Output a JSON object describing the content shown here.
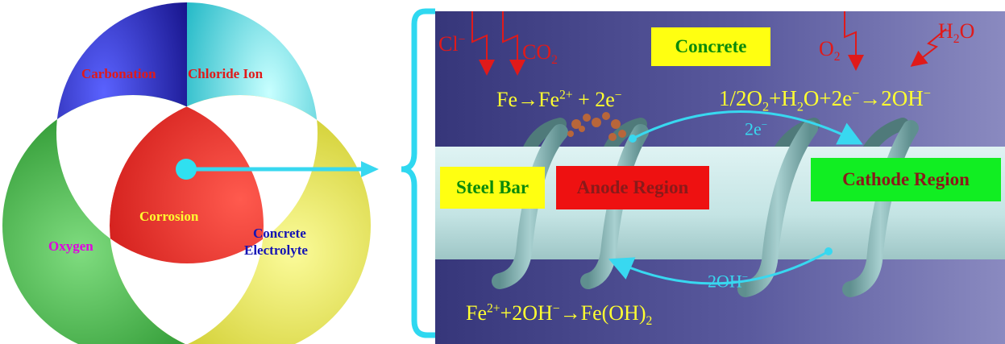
{
  "venn": {
    "carbonation": "Carbonation",
    "chloride_ion": "Chloride Ion",
    "oxygen": "Oxygen",
    "electrolyte_line1": "Concrete",
    "electrolyte_line2": "Electrolyte",
    "corrosion": "Corrosion"
  },
  "panel": {
    "gases": {
      "cl": "Cl",
      "cl_sup": "−",
      "co2_main": "CO",
      "co2_sub": "2",
      "o2_main": "O",
      "o2_sub": "2",
      "h2o_h": "H",
      "h2o_sub": "2",
      "h2o_o": "O"
    },
    "concrete_label": "Concrete",
    "steel_bar_label": "Steel Bar",
    "anode_label": "Anode Region",
    "cathode_label": "Cathode Region",
    "anode_eq": {
      "p1": "Fe",
      "arrow": "→",
      "p2": "Fe",
      "p2_sup": "2+",
      "p3": " + 2e",
      "p3_sup": "−"
    },
    "cathode_eq": {
      "p1": "1/2O",
      "p1_sub": "2",
      "p2": "+H",
      "p2_sub": "2",
      "p3": "O+2e",
      "p3_sup": "−",
      "arrow": "→",
      "p4": "2OH",
      "p4_sup": "−"
    },
    "electron_flow": "2e",
    "electron_flow_sup": "−",
    "hydroxide_flow": "2OH",
    "hydroxide_flow_sup": "−",
    "product_eq": {
      "p1": "Fe",
      "p1_sup": "2+",
      "p2": "+2OH",
      "p2_sup": "−",
      "arrow": "→",
      "p3": "Fe(OH)",
      "p3_sub": "2"
    }
  },
  "colors": {
    "carbonation_circle": "#1f20c8",
    "chloride_circle": "#35d9d9",
    "oxygen_circle": "#28a828",
    "electrolyte_circle": "#dfe028",
    "corrosion_center": "#e01818",
    "concrete_bg": "#47478c",
    "steel": "#c9e7e7",
    "anode_box": "#ee1111",
    "cathode_box": "#11ee22",
    "label_box": "#ffff11",
    "equation_text": "#ffff30",
    "flow_arrow": "#38d8f0",
    "gas_text": "#e01a1a"
  }
}
